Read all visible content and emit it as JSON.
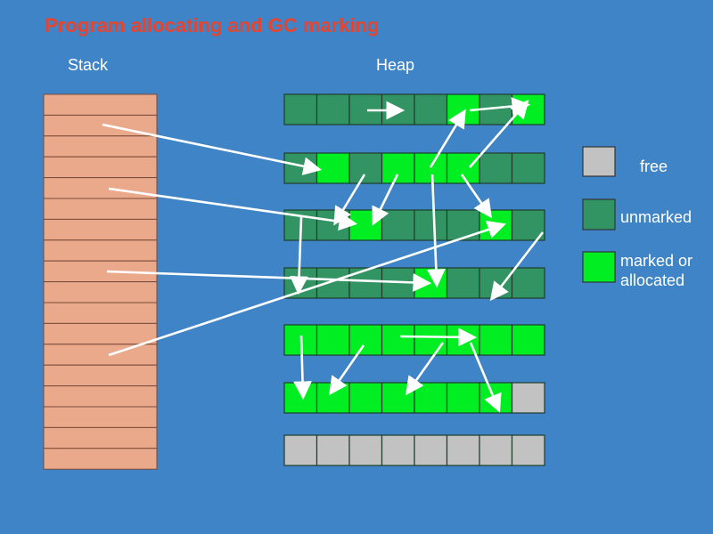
{
  "title": "Program allocating and GC marking",
  "stack_label": "Stack",
  "heap_label": "Heap",
  "legend": {
    "free": "free",
    "unmarked": "unmarked",
    "marked": "marked or allocated"
  },
  "colors": {
    "background": "#3f84c6",
    "stack_cell": "#eaa98a",
    "free": "#c2c2c2",
    "unmarked": "#339463",
    "marked": "#00ee22",
    "arrow": "#ffffff",
    "title": "#e8432c"
  },
  "heap_rows": [
    [
      "unmarked",
      "unmarked",
      "unmarked",
      "unmarked",
      "unmarked",
      "marked",
      "unmarked",
      "marked"
    ],
    [
      "unmarked",
      "marked",
      "unmarked",
      "marked",
      "marked",
      "marked",
      "unmarked",
      "unmarked"
    ],
    [
      "unmarked",
      "unmarked",
      "marked",
      "unmarked",
      "unmarked",
      "unmarked",
      "marked",
      "unmarked"
    ],
    [
      "unmarked",
      "unmarked",
      "unmarked",
      "unmarked",
      "marked",
      "unmarked",
      "unmarked",
      "unmarked"
    ],
    [
      "marked",
      "marked",
      "marked",
      "marked",
      "marked",
      "marked",
      "marked",
      "marked"
    ],
    [
      "marked",
      "marked",
      "marked",
      "marked",
      "marked",
      "marked",
      "marked",
      "free"
    ],
    [
      "free",
      "free",
      "free",
      "free",
      "free",
      "free",
      "free",
      "free"
    ]
  ],
  "stack_cells": 18
}
